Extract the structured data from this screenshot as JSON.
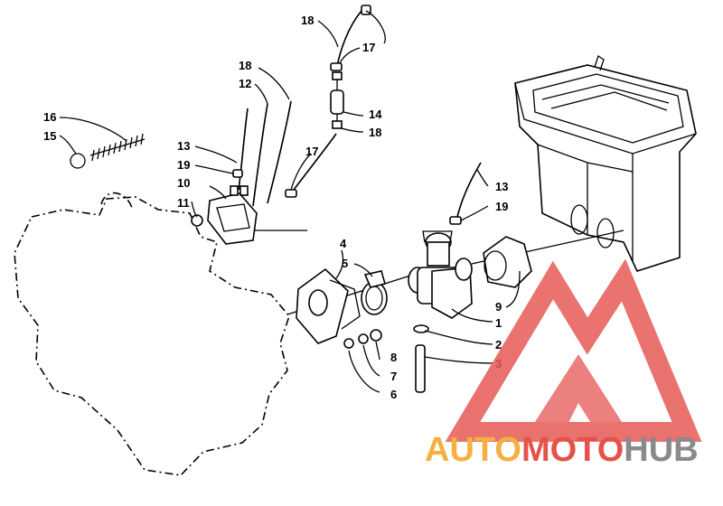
{
  "diagram": {
    "callouts": {
      "c1": "1",
      "c2": "2",
      "c3": "3",
      "c4": "4",
      "c5": "5",
      "c6": "6",
      "c7": "7",
      "c8": "8",
      "c9": "9",
      "c10": "10",
      "c11": "11",
      "c12": "12",
      "c13a": "13",
      "c13b": "13",
      "c14": "14",
      "c15": "15",
      "c16": "16",
      "c17a": "17",
      "c17b": "17",
      "c18a": "18",
      "c18b": "18",
      "c18c": "18",
      "c19a": "19",
      "c19b": "19"
    }
  },
  "watermark": {
    "word_part1": "AUTO",
    "word_part2": "MOTO",
    "word_part3": "HUB",
    "colors": {
      "orange": "#f5b041",
      "red": "#e8504a",
      "gray": "#8a8a8a",
      "logo_red": "#e65a56"
    }
  }
}
